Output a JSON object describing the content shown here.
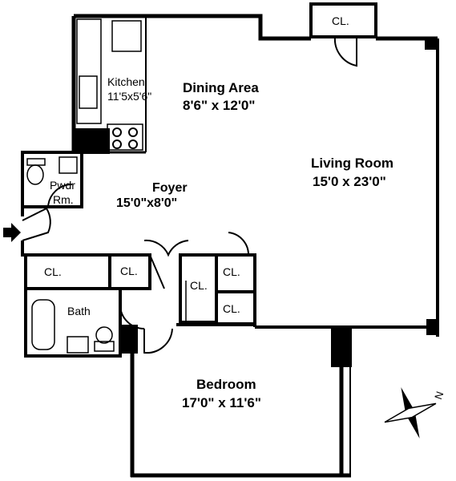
{
  "rooms": {
    "dining": {
      "name": "Dining Area",
      "dims": "8'6\" x 12'0\""
    },
    "living": {
      "name": "Living Room",
      "dims": "15'0 x 23'0\""
    },
    "kitchen": {
      "name": "Kitchen",
      "dims": "11'5x5'6\""
    },
    "foyer": {
      "name": "Foyer",
      "dims": "15'0\"x8'0\""
    },
    "powder": {
      "line1": "Pwdr",
      "line2": "Rm."
    },
    "bath": {
      "name": "Bath"
    },
    "bedroom": {
      "name": "Bedroom",
      "dims": "17'0\" x 11'6\""
    }
  },
  "closets": {
    "living": "CL.",
    "foyer_left": "CL.",
    "foyer_mid": "CL.",
    "hall_center": "CL.",
    "hall_right_top": "CL.",
    "hall_right_bottom": "CL."
  },
  "compass": {
    "north": "N"
  },
  "colors": {
    "wall": "#000000",
    "background": "#ffffff"
  }
}
